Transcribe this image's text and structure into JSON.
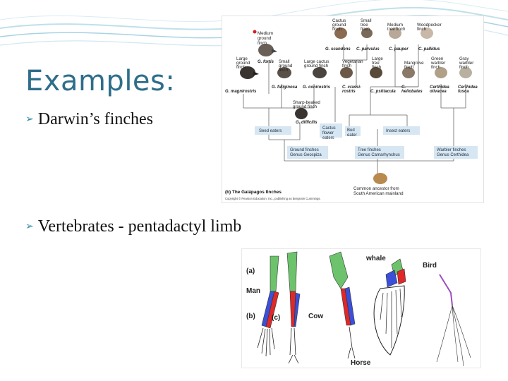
{
  "slide": {
    "title": "Examples:",
    "bullets": [
      {
        "text": "Darwin’s finches"
      },
      {
        "text": "Vertebrates  - pentadactyl limb"
      }
    ]
  },
  "finch_figure": {
    "species": [
      {
        "common": "Medium ground finch",
        "sci": "G. fortis"
      },
      {
        "common": "Cactus ground finch",
        "sci": "G. scandens"
      },
      {
        "common": "Small tree finch",
        "sci": "C. parvulus"
      },
      {
        "common": "Medium tree finch",
        "sci": "C. pauper"
      },
      {
        "common": "Woodpecker finch",
        "sci": "C. pallidus"
      },
      {
        "common": "Large ground finch",
        "sci": "G. magnirostris"
      },
      {
        "common": "Small ground finch",
        "sci": "G. fuliginosa"
      },
      {
        "common": "Large cactus ground finch",
        "sci": "G. conirostris"
      },
      {
        "common": "Vegetarian finch",
        "sci": "C. crassi-rostris"
      },
      {
        "common": "Large tree finch",
        "sci": "C. psittacula"
      },
      {
        "common": "Mangrove finch",
        "sci": "C. heliobates"
      },
      {
        "common": "Green warbler finch",
        "sci": "Certhidea olivacea"
      },
      {
        "common": "Gray warbler finch",
        "sci": "Certhidea fusca"
      },
      {
        "common": "Sharp-beaked ground finch",
        "sci": "G. difficilis"
      }
    ],
    "diet_labels": [
      "Seed eaters",
      "Cactus flower eaters",
      "Bud eater",
      "Insect eaters"
    ],
    "group_labels": [
      {
        "line1": "Ground finches",
        "line2": "Genus Geospiza"
      },
      {
        "line1": "Tree finches",
        "line2": "Genus Camarhynchus"
      },
      {
        "line1": "Warbler finches",
        "line2": "Genus Certhidea"
      }
    ],
    "ancestor": {
      "line1": "Common ancestor from",
      "line2": "South American mainland"
    },
    "caption": "(b) The Galápagos finches",
    "copyright": "Copyright © Pearson Education, Inc., publishing as Benjamin Cummings."
  },
  "limb_figure": {
    "labels": [
      "(a)",
      "Man",
      "(b)",
      "(c)",
      "Cow",
      "whale",
      "Bird",
      "Horse"
    ]
  },
  "colors": {
    "title": "#2e6e8a",
    "bullet_arrow": "#2e88a8",
    "bone_green": "#6cc36c",
    "bone_blue": "#3b4fd8",
    "bone_red": "#e02828",
    "bone_purple": "#9b4fc2",
    "diet_box": "#d6e6f2"
  }
}
